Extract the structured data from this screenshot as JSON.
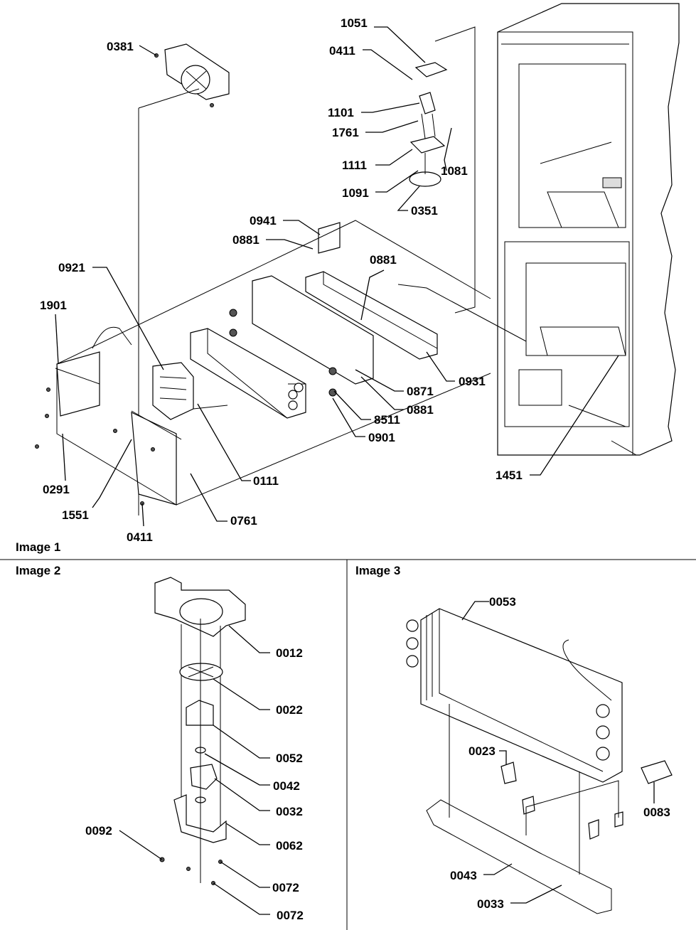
{
  "panels": {
    "image1": "Image 1",
    "image2": "Image 2",
    "image3": "Image 3"
  },
  "image1_labels": [
    "1051",
    "0411",
    "0381",
    "1101",
    "1761",
    "1111",
    "1081",
    "1091",
    "0351",
    "0941",
    "0881",
    "0921",
    "0881",
    "1901",
    "0871",
    "0931",
    "0881",
    "8511",
    "0901",
    "0111",
    "0291",
    "1551",
    "0761",
    "0411",
    "1451"
  ],
  "image2_labels": [
    "0012",
    "0022",
    "0052",
    "0042",
    "0032",
    "0092",
    "0062",
    "0072",
    "0072"
  ],
  "image3_labels": [
    "0053",
    "0023",
    "0083",
    "0043",
    "0033"
  ]
}
